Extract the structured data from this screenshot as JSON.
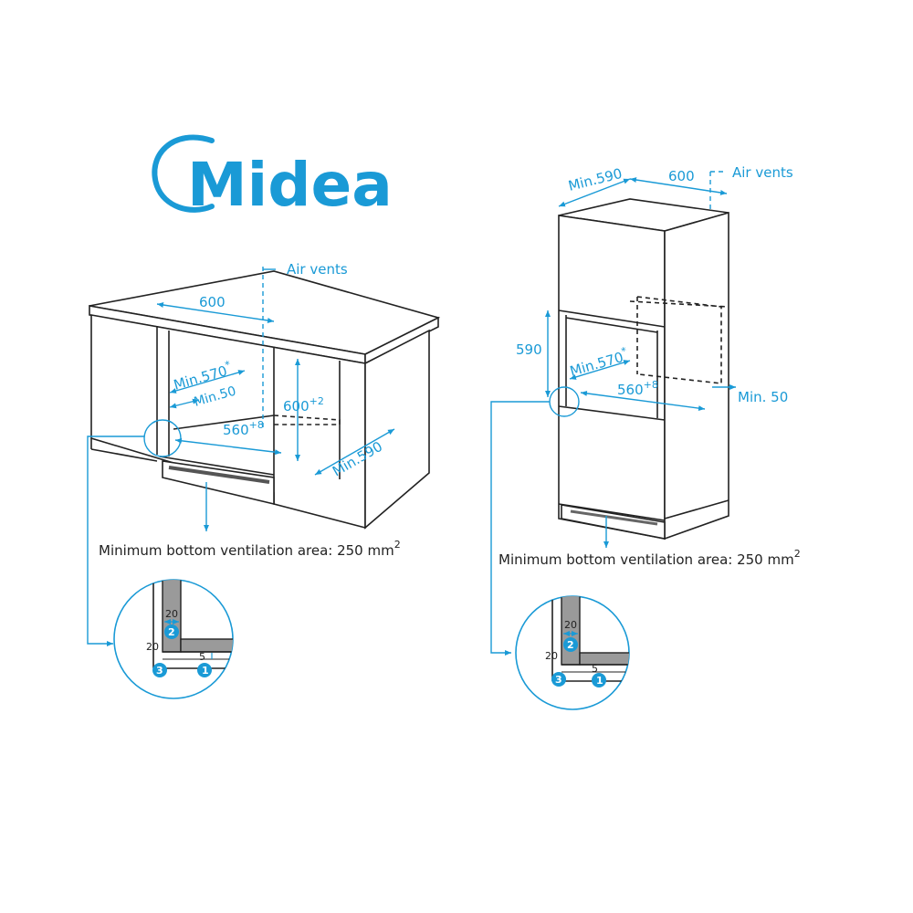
{
  "brand": {
    "name": "Midea",
    "color": "#1a9ad6"
  },
  "colors": {
    "accent": "#1a9ad6",
    "line": "#222222",
    "panel": "#9a9a9a"
  },
  "left_diagram": {
    "air_vents": "Air vents",
    "width_600": "600",
    "min_570": "Min.570",
    "min_570_sup": "*",
    "min_50": "Min.50",
    "height_600": "600",
    "height_600_sup": "+2",
    "width_560": "560",
    "width_560_sup": "+8",
    "min_590": "Min.590",
    "ventilation": "Minimum bottom ventilation area: 250 mm",
    "ventilation_sup": "2"
  },
  "right_diagram": {
    "min_590": "Min.590",
    "width_600": "600",
    "air_vents": "Air vents",
    "height_590": "590",
    "min_570": "Min.570",
    "min_570_sup": "*",
    "width_560": "560",
    "width_560_sup": "+8",
    "min_50": "Min. 50",
    "ventilation": "Minimum bottom ventilation area: 250 mm",
    "ventilation_sup": "2"
  },
  "detail": {
    "dim_20_top": "20",
    "dim_20_side": "20",
    "dim_5": "5",
    "badge_1": "1",
    "badge_2": "2",
    "badge_3": "3"
  }
}
